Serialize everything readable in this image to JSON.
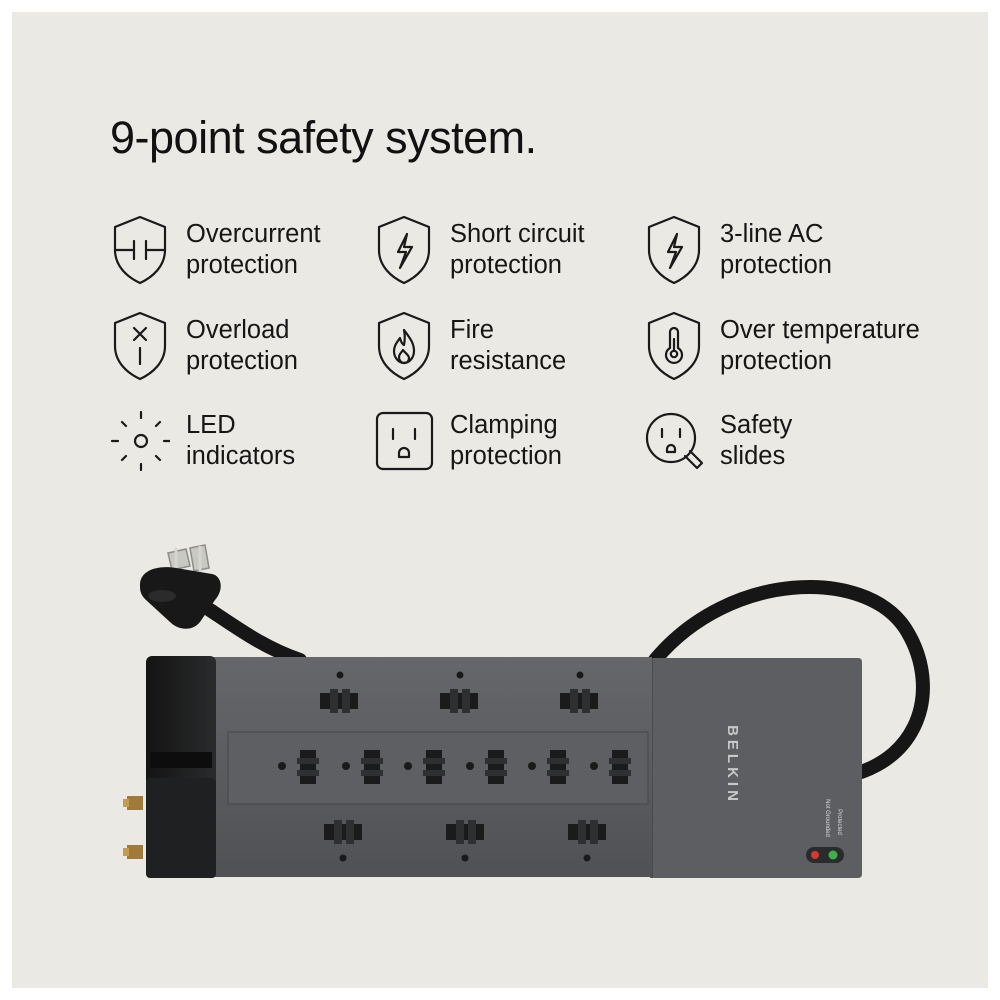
{
  "title": "9-point safety system.",
  "features": [
    {
      "icon": "overcurrent-shield-icon",
      "line1": "Overcurrent",
      "line2": "protection"
    },
    {
      "icon": "short-circuit-shield-icon",
      "line1": "Short circuit",
      "line2": "protection"
    },
    {
      "icon": "three-line-ac-shield-icon",
      "line1": "3-line AC",
      "line2": "protection"
    },
    {
      "icon": "overload-shield-icon",
      "line1": "Overload",
      "line2": "protection"
    },
    {
      "icon": "fire-shield-icon",
      "line1": "Fire",
      "line2": "resistance"
    },
    {
      "icon": "thermometer-shield-icon",
      "line1": "Over temperature",
      "line2": "protection"
    },
    {
      "icon": "led-light-icon",
      "line1": "LED",
      "line2": "indicators"
    },
    {
      "icon": "outlet-icon",
      "line1": "Clamping",
      "line2": "protection"
    },
    {
      "icon": "outlet-magnifier-icon",
      "line1": "Safety",
      "line2": "slides"
    }
  ],
  "product": {
    "brand": "BELKIN",
    "indicator_protected": "Protected",
    "indicator_not_grounded": "Not Grounded"
  },
  "colors": {
    "background": "#ebe9e4",
    "body": "#5b5c5e",
    "cap": "#1e1f20",
    "led_red": "#d63a2f",
    "led_green": "#3fae4c"
  }
}
